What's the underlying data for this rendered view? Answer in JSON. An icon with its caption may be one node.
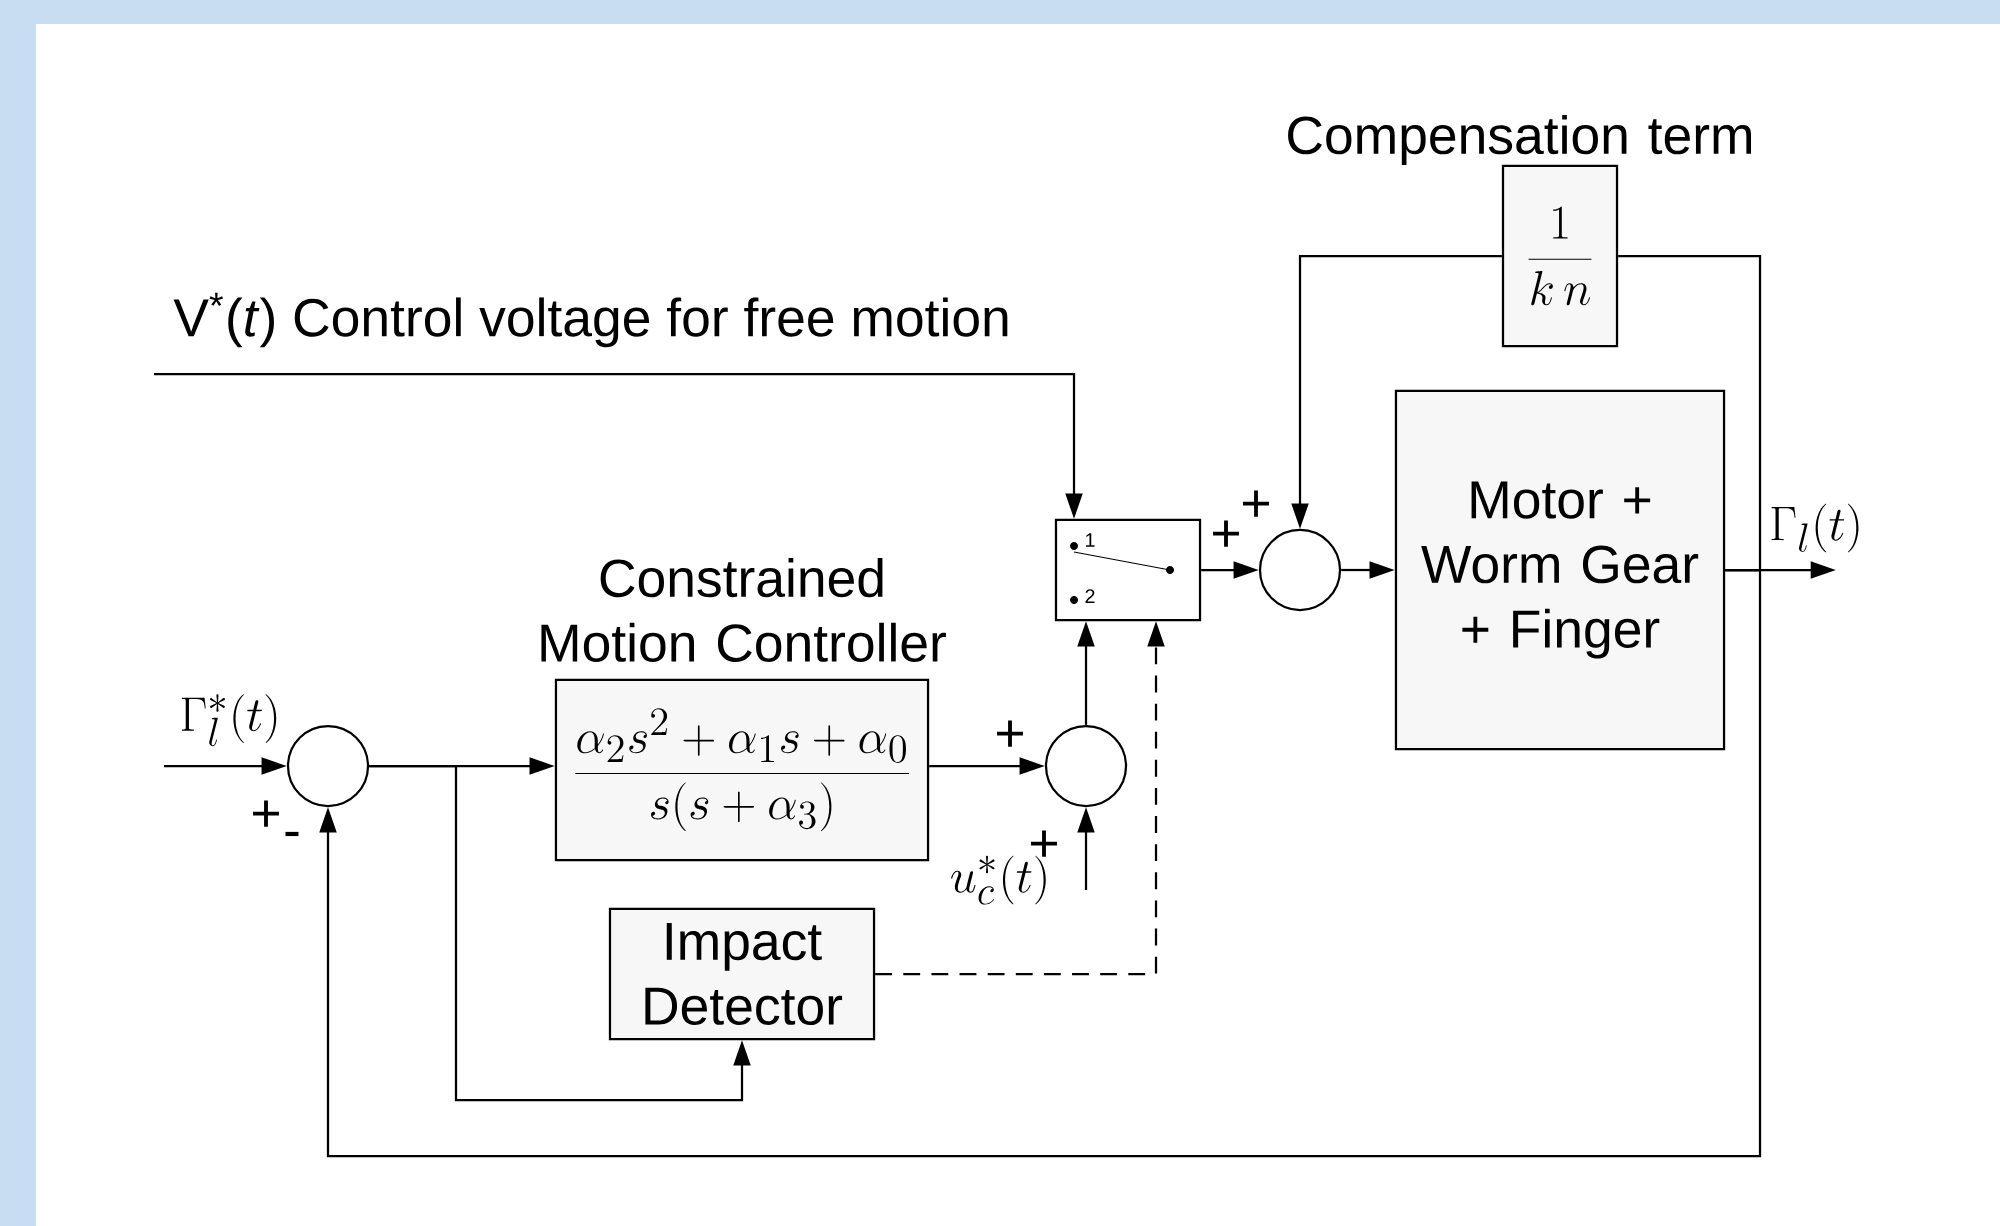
{
  "diagram": {
    "nodes": [
      {
        "text": [],
        "shape": "circle"
      },
      {
        "text": [
          "Constrained Motion Controller",
          "\\frac{\\alpha_2 s^2+\\alpha_1 s+\\alpha_0}{s(s+\\alpha_3)}"
        ]
      },
      {
        "text": [
          "Impact Detector"
        ]
      },
      {
        "text": [],
        "shape": "circle"
      },
      {
        "text": [
          "1",
          "2"
        ]
      },
      {
        "text": [],
        "shape": "circle"
      },
      {
        "text": [
          "Compensation term",
          "\\frac{1}{k\\,n}"
        ]
      },
      {
        "text": [
          "Motor + Worm Gear + Finger"
        ]
      }
    ],
    "edges": [
      {
        "from": null,
        "to": 0,
        "arrow": "to",
        "label": "\\Gamma_l^{*}(t)"
      },
      {
        "from": 0,
        "to": 1,
        "arrow": "to"
      },
      {
        "from": 0,
        "to": 2,
        "arrow": "to"
      },
      {
        "from": 1,
        "to": 3,
        "arrow": "to"
      },
      {
        "from": null,
        "to": 3,
        "arrow": "to",
        "label": "u_c^{*}(t)"
      },
      {
        "from": 3,
        "to": 4,
        "arrow": "to"
      },
      {
        "from": 2,
        "to": 4,
        "arrow": "to",
        "style": "dashed"
      },
      {
        "from": null,
        "to": 4,
        "arrow": "to",
        "label": "V$^{*}$(*t*) Control voltage for free motion"
      },
      {
        "from": 4,
        "to": 5,
        "arrow": "to"
      },
      {
        "from": 6,
        "to": 5,
        "arrow": "to"
      },
      {
        "from": 5,
        "to": 7,
        "arrow": "to"
      },
      {
        "from": 7,
        "to": null,
        "arrow": "to",
        "label": "\\Gamma_l(t)"
      },
      {
        "from": 7,
        "to": 6,
        "arrow": "none"
      },
      {
        "from": 7,
        "to": 0,
        "arrow": "to"
      }
    ],
    "labels": [
      "+",
      "+",
      "+",
      "+",
      "-",
      "+"
    ]
  }
}
